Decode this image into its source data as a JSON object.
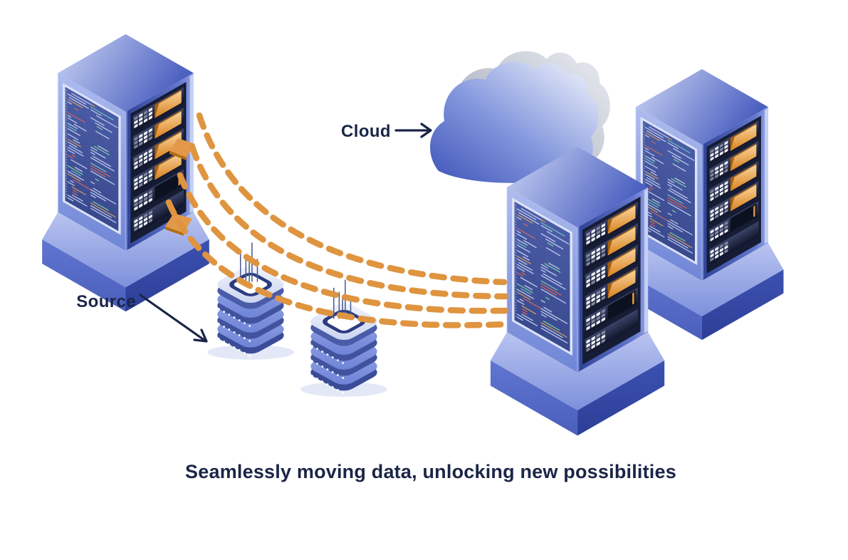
{
  "title_caption": "Seamlessly moving data, unlocking new possibilities",
  "labels": {
    "cloud": "Cloud",
    "source": "Source"
  },
  "scene": {
    "server_racks": 3,
    "source_database_stacks": 2,
    "clouds": 1,
    "data_flow_lines": 4
  },
  "colors": {
    "background": "#FFFFFF",
    "flow_dash_orange": "#DF9440",
    "folder_orange": "#E8A24C",
    "text_navy": "#1B2547",
    "rack_blue_dark": "#2E4296",
    "rack_blue_light": "#CDD6F5",
    "screen_navy": "#42549E"
  }
}
